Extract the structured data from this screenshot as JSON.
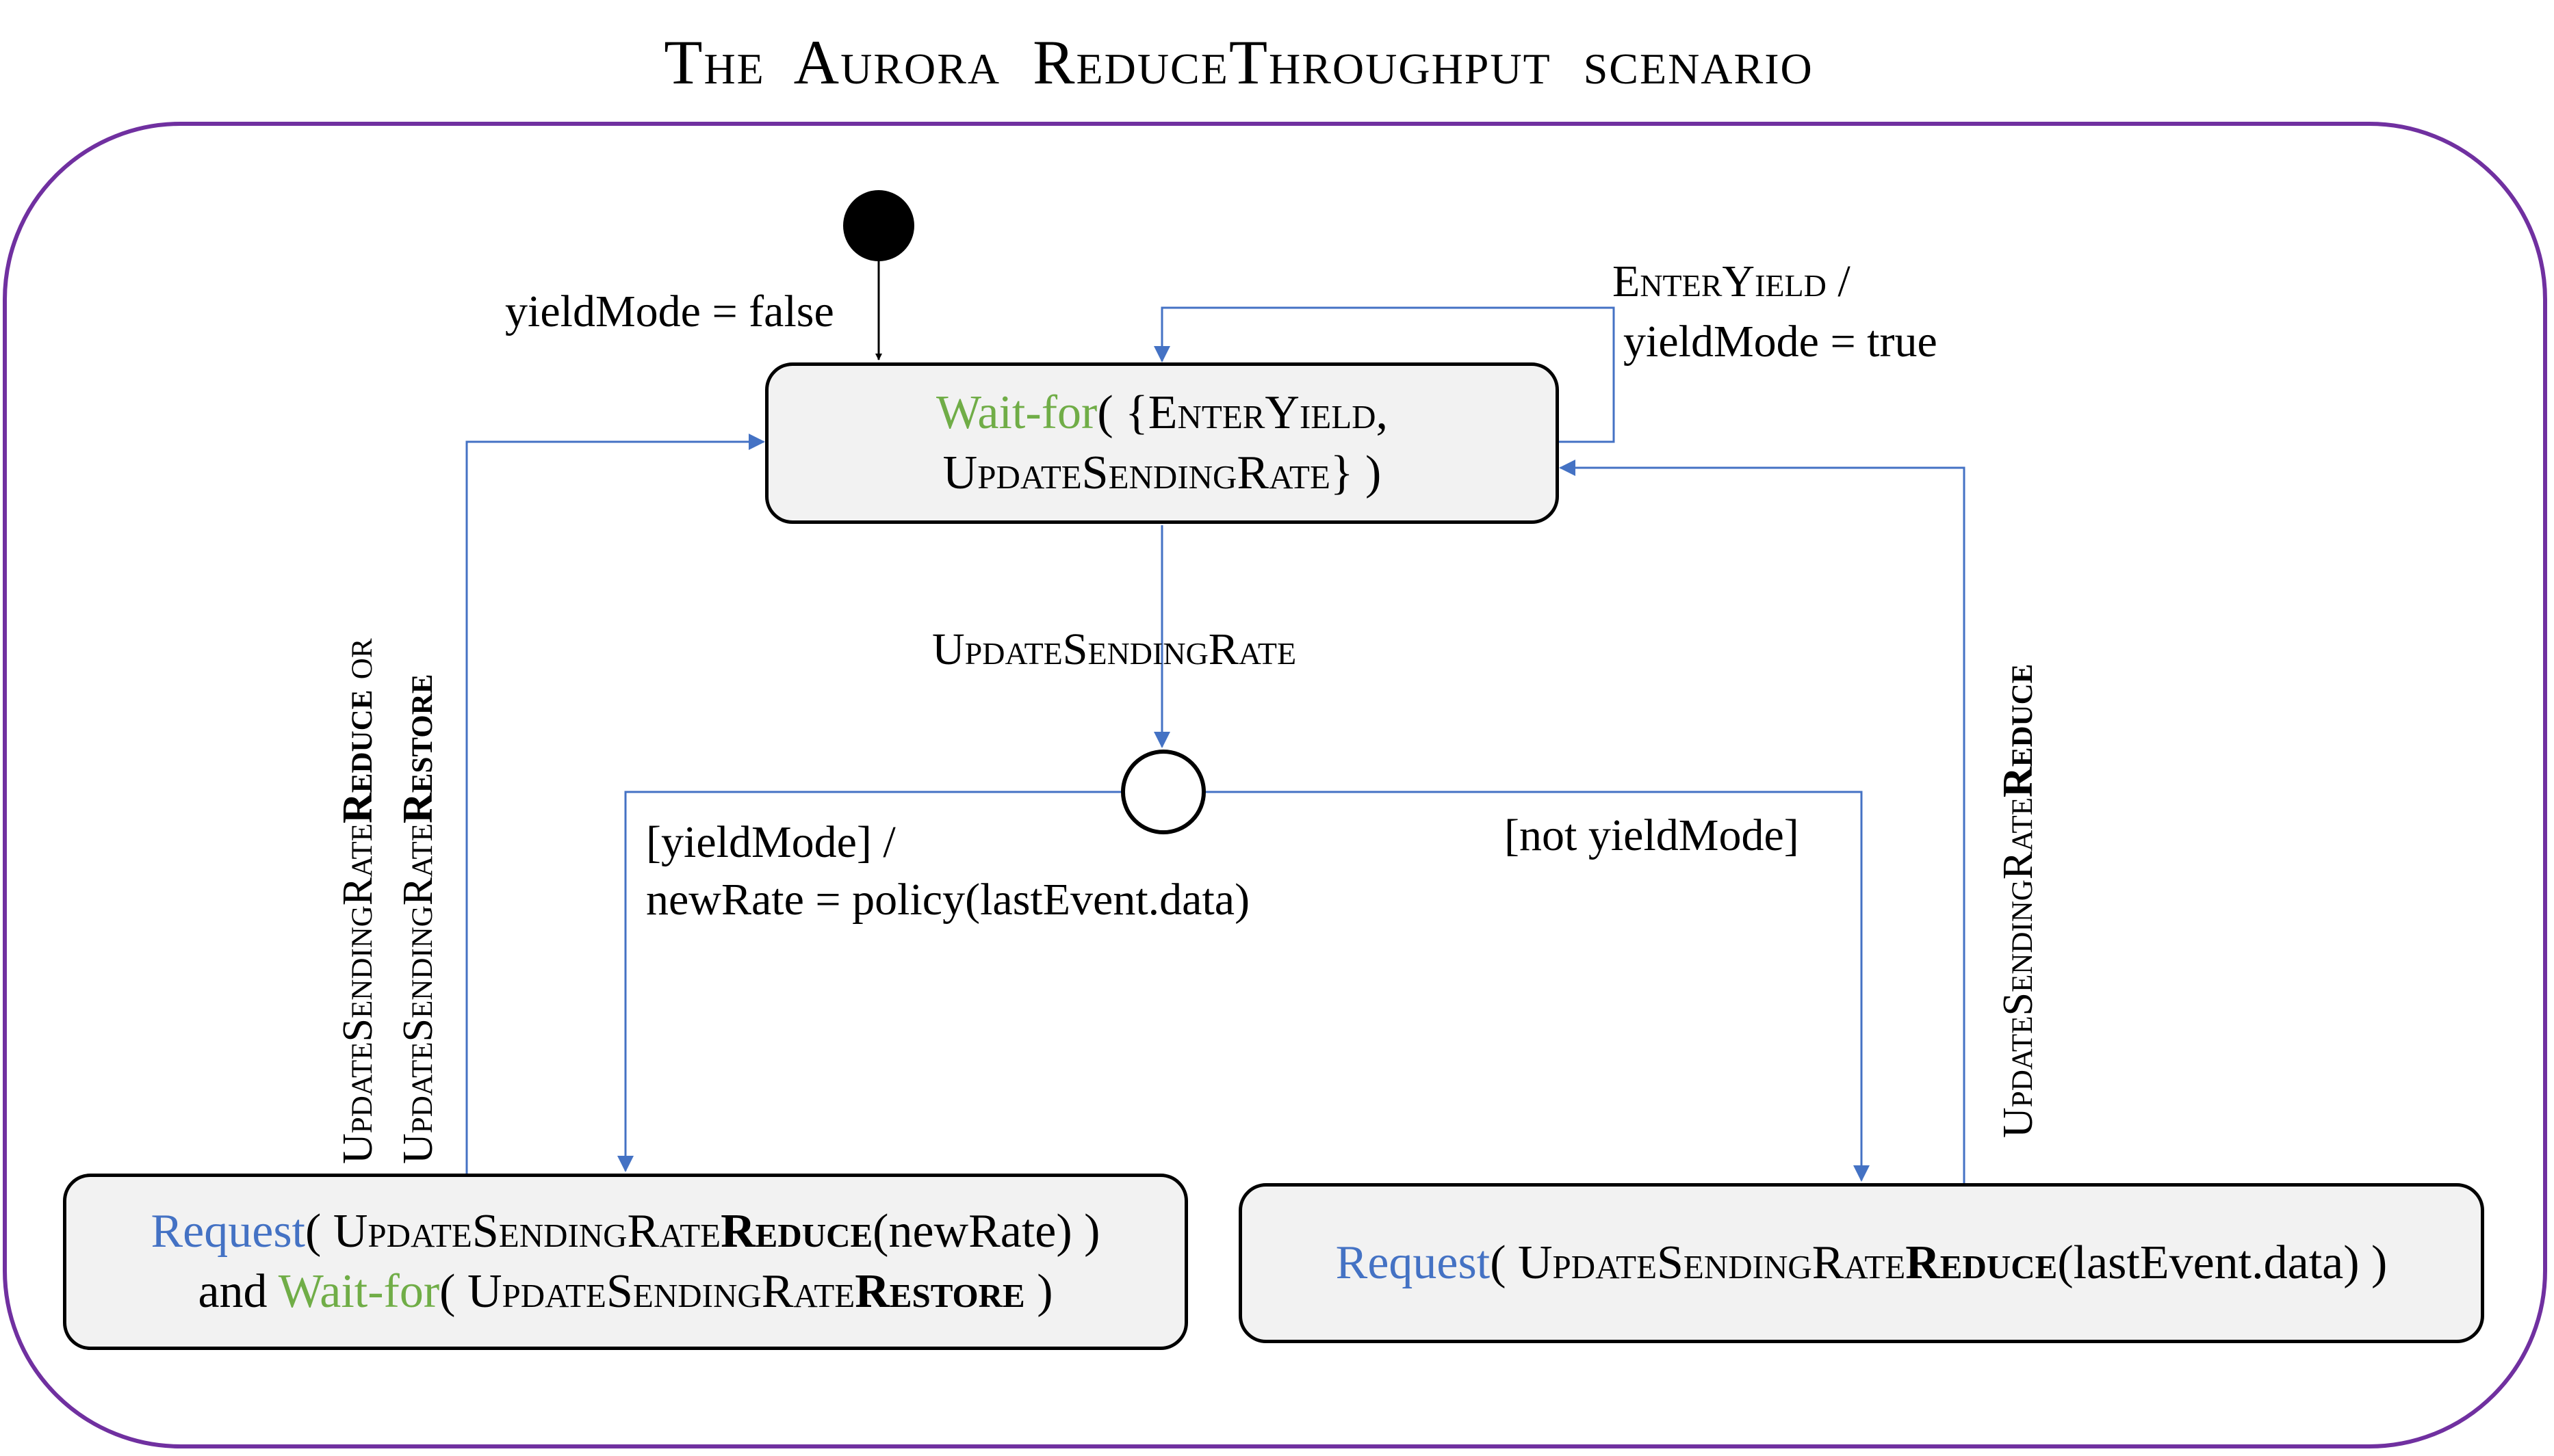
{
  "title": "The Aurora ReduceThroughput scenario",
  "states": {
    "wait": {
      "line1_verb": "Wait-for",
      "line1_rest": "( {EnterYield,",
      "line2": "UpdateSendingRate} )"
    },
    "request_left": {
      "line1_verb": "Request",
      "line1_open": "( UpdateSendingRate",
      "line1_bold": "Reduce",
      "line1_tail": "(newRate) )",
      "line2_and": "and ",
      "line2_verb": "Wait-for",
      "line2_open": "(  UpdateSendingRate",
      "line2_bold": "Restore",
      "line2_tail": " )"
    },
    "request_right": {
      "verb": "Request",
      "open": "( UpdateSendingRate",
      "bold": "Reduce",
      "tail": "(lastEvent.data) )"
    }
  },
  "transitions": {
    "initial_action": "yieldMode = false",
    "enter_yield_event": "EnterYield /",
    "enter_yield_action": "yieldMode = true",
    "update_event": "UpdateSendingRate",
    "yield_guard": "[yieldMode] /",
    "yield_action": "newRate = policy(lastEvent.data)",
    "not_yield_guard": "[not yieldMode]",
    "left_back_line1_prefix": "UpdateSendingRate",
    "left_back_line1_bold": "Reduce",
    "left_back_line1_suffix": " or",
    "left_back_line2_prefix": "UpdateSendingRate",
    "left_back_line2_bold": "Restore",
    "right_back_prefix": "UpdateSendingRate",
    "right_back_bold": "Reduce"
  },
  "colors": {
    "frame": "#7030a0",
    "arrow_blue": "#4472c4",
    "keyword_green": "#70ad47",
    "keyword_blue": "#4472c4",
    "state_fill": "#f2f2f2"
  }
}
